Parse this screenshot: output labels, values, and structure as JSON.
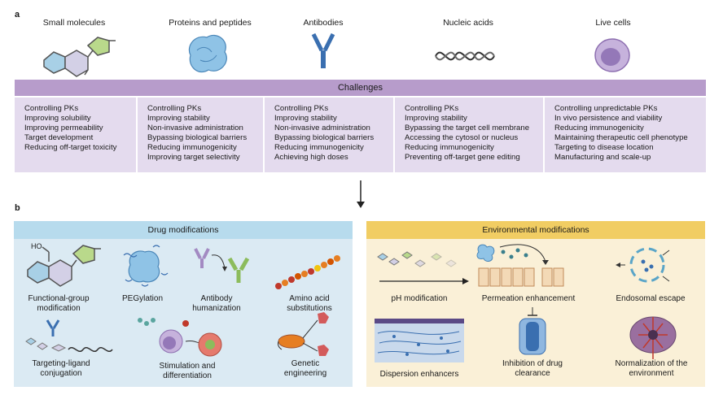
{
  "panel_a": {
    "letter": "a",
    "categories": [
      {
        "label": "Small molecules",
        "icon": "small-molecule-icon"
      },
      {
        "label": "Proteins and peptides",
        "icon": "protein-icon"
      },
      {
        "label": "Antibodies",
        "icon": "antibody-icon"
      },
      {
        "label": "Nucleic acids",
        "icon": "dna-icon"
      },
      {
        "label": "Live cells",
        "icon": "cell-icon"
      }
    ],
    "challenges_title": "Challenges",
    "columns": [
      [
        "Controlling PKs",
        "Improving solubility",
        "Improving permeability",
        "Target development",
        "Reducing off-target toxicity"
      ],
      [
        "Controlling PKs",
        "Improving stability",
        "Non-invasive administration",
        "Bypassing biological barriers",
        "Reducing immunogenicity",
        "Improving target selectivity"
      ],
      [
        "Controlling PKs",
        "Improving stability",
        "Non-invasive administration",
        "Bypassing biological barriers",
        "Reducing immunogenicity",
        "Achieving high doses"
      ],
      [
        "Controlling PKs",
        "Improving stability",
        "Bypassing the target cell membrane",
        "Accessing the cytosol or nucleus",
        "Reducing immunogenicity",
        "Preventing off-target gene editing"
      ],
      [
        "Controlling unpredictable PKs",
        "In vivo persistence and viability",
        "Reducing immunogenicity",
        "Maintaining therapeutic cell phenotype",
        "Targeting to disease location",
        "Manufacturing and scale-up"
      ]
    ]
  },
  "panel_b": {
    "letter": "b",
    "drug_title": "Drug modifications",
    "drug_items": {
      "functional_group": "Functional-group\nmodification",
      "pegylation": "PEGylation",
      "humanization": "Antibody\nhumanization",
      "amino_acid": "Amino acid\nsubstitutions",
      "targeting_ligand": "Targeting-ligand\nconjugation",
      "stimulation": "Stimulation and\ndifferentiation",
      "genetic": "Genetic\nengineering",
      "ho_label": "HO"
    },
    "env_title": "Environmental modifications",
    "env_items": {
      "ph": "pH modification",
      "permeation": "Permeation enhancement",
      "endosomal": "Endosomal escape",
      "dispersion": "Dispersion enhancers",
      "inhibition": "Inhibition of drug\nclearance",
      "normalization": "Normalization of the\nenvironment"
    }
  },
  "colors": {
    "challenges_header": "#b79ccb",
    "challenges_body": "#e4dbee",
    "drug_header": "#b7dbed",
    "drug_body": "#dbeaf3",
    "env_header": "#f1cd63",
    "env_body": "#faf0d7"
  }
}
